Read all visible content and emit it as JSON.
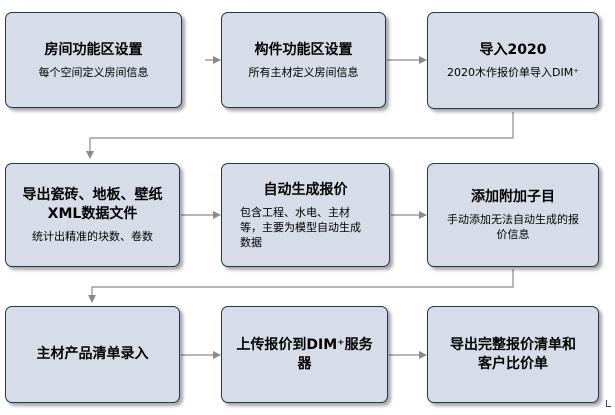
{
  "steps": [
    {
      "title": "房间功能区设置",
      "sub": "每个空间定义房间信息"
    },
    {
      "title": "构件功能区设置",
      "sub": "所有主材定义房间信息"
    },
    {
      "title": "导入2020",
      "sub": "2020木作报价单导入DIM⁺"
    },
    {
      "title": "导出瓷砖、地板、壁纸XML数据文件",
      "sub": "统计出精准的块数、卷数"
    },
    {
      "title": "自动生成报价",
      "sub": "包含工程、水电、主材等，主要为模型自动生成数据"
    },
    {
      "title": "添加附加子目",
      "sub": "手动添加无法自动生成的报价信息"
    },
    {
      "title": "主材产品清单录入",
      "sub": ""
    },
    {
      "title": "上传报价到DIM⁺服务器",
      "sub": ""
    },
    {
      "title": "导出完整报价清单和客户比价单",
      "sub": ""
    }
  ],
  "colors": {
    "box_fill": "#d6dde8",
    "box_border": "#22384f",
    "arrow": "#8a8a8a"
  }
}
